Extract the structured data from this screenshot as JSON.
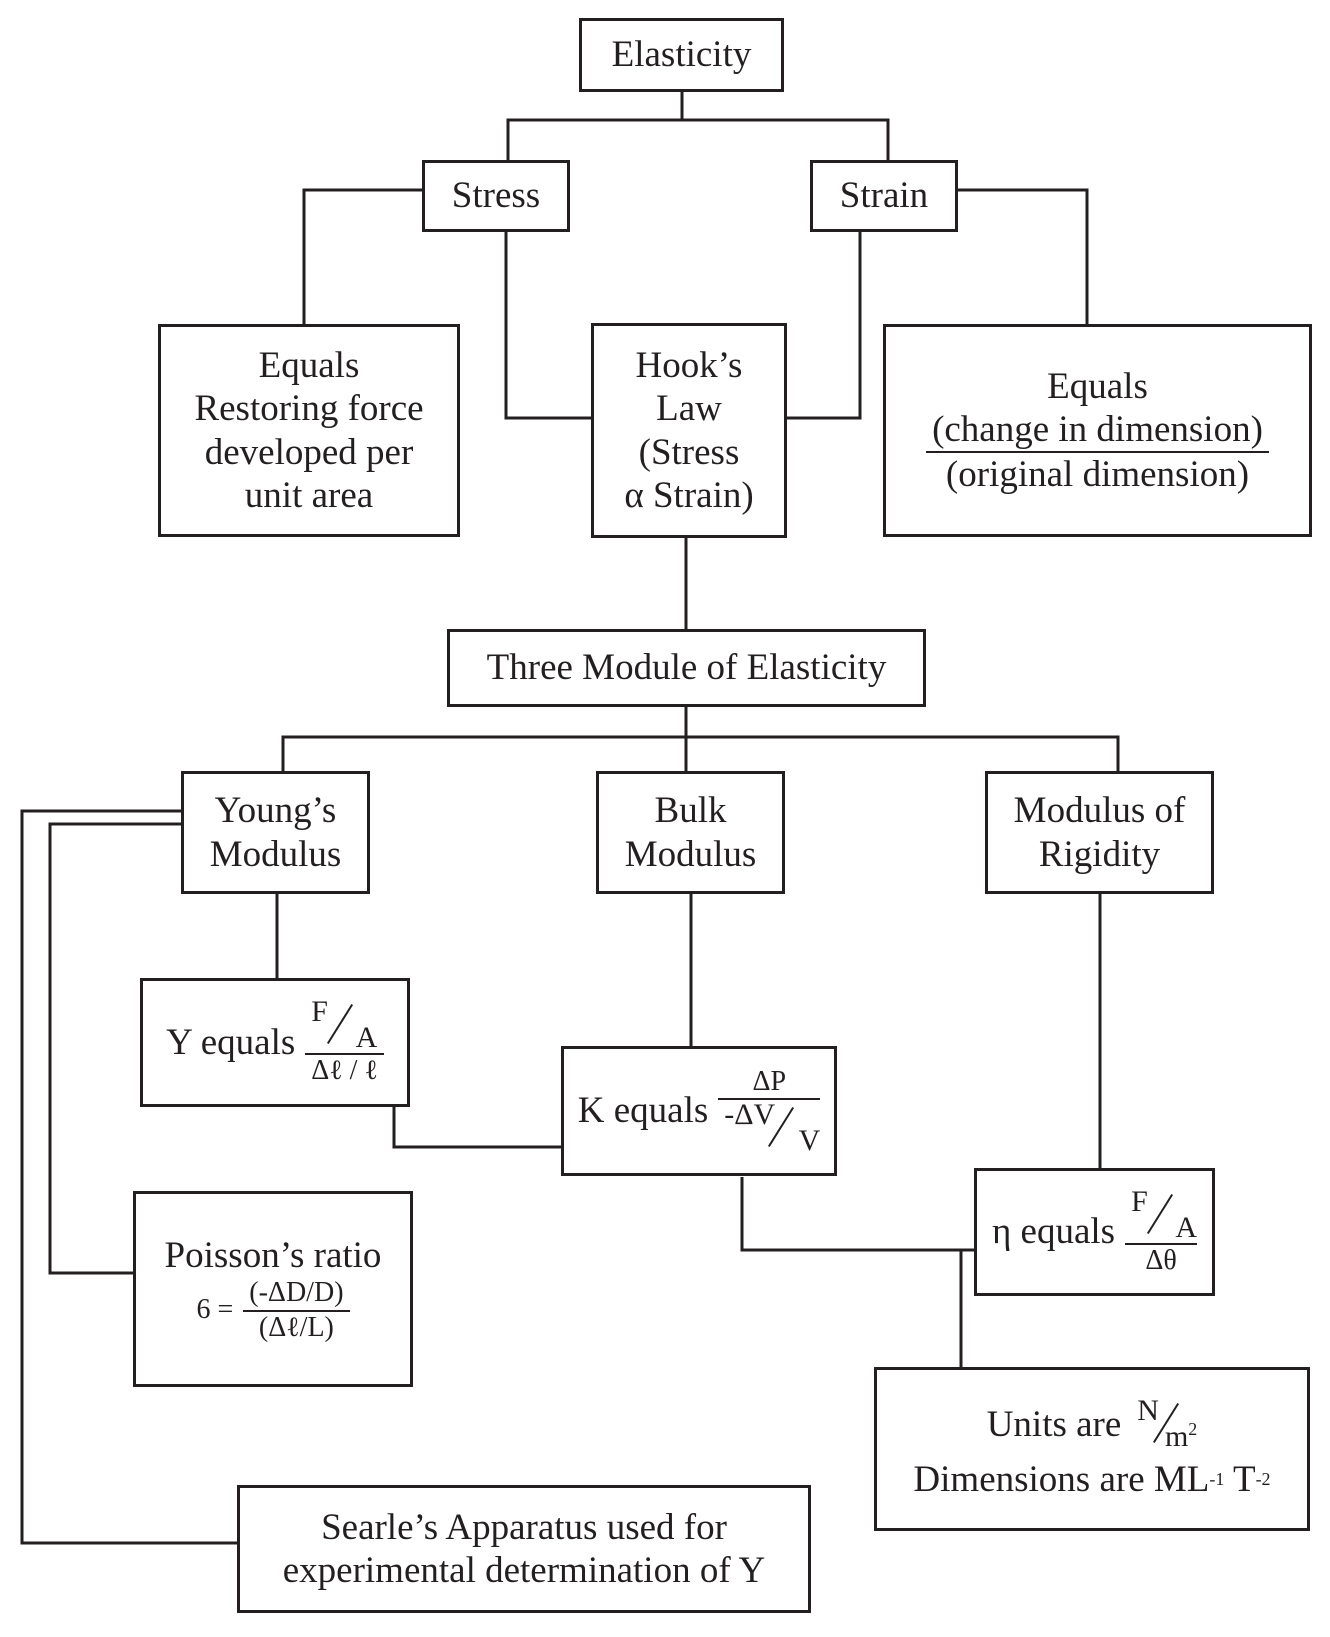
{
  "nodes": {
    "elasticity": "Elasticity",
    "stress": "Stress",
    "strain": "Strain",
    "stress_def": [
      "Equals",
      "Restoring force",
      "developed per",
      "unit area"
    ],
    "hooks_law": [
      "Hook’s",
      "Law",
      "(Stress",
      "α Strain)"
    ],
    "strain_def": {
      "label": "Equals",
      "numerator": "(change in dimension)",
      "denominator": "(original dimension)"
    },
    "three_module": "Three Module of Elasticity",
    "youngs": [
      "Young’s",
      "Modulus"
    ],
    "bulk": [
      "Bulk",
      "Modulus"
    ],
    "rigidity": [
      "Modulus of",
      "Rigidity"
    ],
    "y_formula": {
      "label": "Y equals",
      "num_top": "F",
      "num_bottom": "A",
      "denominator": "Δℓ / ℓ"
    },
    "k_formula": {
      "label": "K equals",
      "numerator": "ΔP",
      "den_top": "-ΔV",
      "den_bottom": "V"
    },
    "eta_formula": {
      "label": "η equals",
      "num_top": "F",
      "num_bottom": "A",
      "denominator": "Δθ"
    },
    "poisson": {
      "title": "Poisson’s ratio",
      "symbol": "6 =",
      "num_top": "-ΔD",
      "num_bottom": "D",
      "den_top": "Δℓ",
      "den_bottom": "L"
    },
    "units": {
      "units_label": "Units are",
      "unit_top": "N",
      "unit_bottom": "m",
      "unit_exp": "2",
      "dimensions_label": "Dimensions are ML",
      "dim_exp1": "-1",
      "dim_mid": " T",
      "dim_exp2": "-2"
    },
    "searle": [
      "Searle’s Apparatus used for",
      "experimental determination of Y"
    ]
  },
  "colors": {
    "line": "#231f20",
    "background": "#ffffff"
  }
}
